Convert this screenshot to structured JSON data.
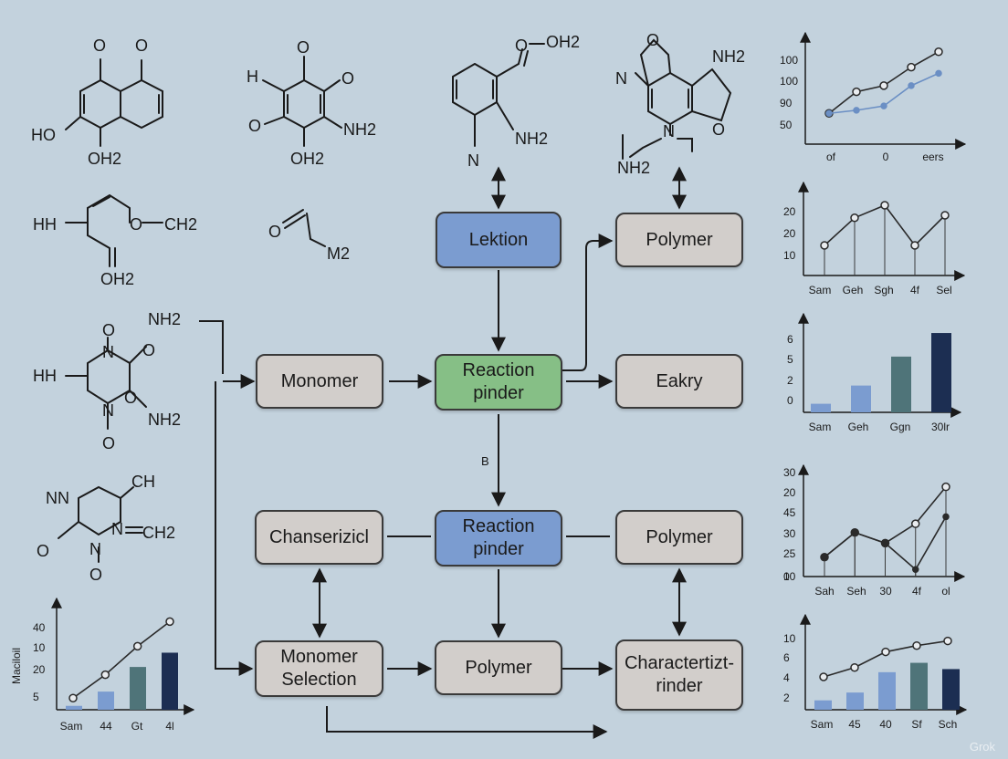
{
  "flow": {
    "nodes": {
      "lektion": "Lektion",
      "polymer_top": "Polymer",
      "monomer": "Monomer",
      "reaction_pinder_green": "Reaction\npinder",
      "eakry": "Eakry",
      "edge_label_b": "B",
      "chanserizicl": "Chanserizicl",
      "reaction_pinder_blue": "Reaction\npinder",
      "polymer_mid": "Polymer",
      "monomer_selection": "Monomer\nSelection",
      "polymer_bottom": "Polymer",
      "charactertizt_rinder": "Charactertizt-\nrinder"
    },
    "colors": {
      "gray_box": "#d2cecb",
      "blue_box": "#7b9cd0",
      "green_box": "#86bf86",
      "background": "#c3d2dd"
    }
  },
  "molecules": {
    "m1": [
      "HO",
      "OH2"
    ],
    "m2": [
      "H",
      "O",
      "O",
      "NH2",
      "OH2"
    ],
    "m3": [
      "HH",
      "O",
      "CH2",
      "OH2"
    ],
    "m4": [
      "O",
      "M2"
    ],
    "m5": [
      "HH",
      "O",
      "NH2",
      "N",
      "O",
      "N",
      "NH2",
      "O"
    ],
    "m6": [
      "NN",
      "CH",
      "N",
      "CH2",
      "O",
      "N",
      "O"
    ],
    "m7": [
      "O",
      "OH2",
      "NH2",
      "N"
    ],
    "m8": [
      "O",
      "N",
      "NH2",
      "N",
      "O",
      "NH2"
    ]
  },
  "chart_data": [
    {
      "type": "line",
      "categories": [
        "of",
        "0",
        "eers"
      ],
      "ytick_labels": [
        "100",
        "100",
        "90",
        "50"
      ],
      "series": [
        {
          "values": [
            50,
            85,
            95,
            125,
            150
          ],
          "color": "#2a2a2a"
        },
        {
          "values": [
            50,
            55,
            62,
            95,
            115
          ],
          "color": "#6b8fc4"
        }
      ]
    },
    {
      "type": "line",
      "categories": [
        "Sam",
        "Geh",
        "Sgh",
        "4f",
        "Sel"
      ],
      "ytick_labels": [
        "20",
        "20",
        "10"
      ],
      "series": [
        {
          "values": [
            12,
            23,
            28,
            12,
            24
          ],
          "color": "#2a2a2a"
        }
      ]
    },
    {
      "type": "bar",
      "categories": [
        "Sam",
        "Geh",
        "Ggn",
        "30lr"
      ],
      "ytick_labels": [
        "6",
        "5",
        "2",
        "0"
      ],
      "values": [
        0.8,
        2.5,
        5.2,
        7.4
      ],
      "colors": [
        "#7b9cd0",
        "#7b9cd0",
        "#4f7479",
        "#1c2e52"
      ]
    },
    {
      "type": "line",
      "categories": [
        "Sah",
        "Seh",
        "30",
        "4f",
        "ol"
      ],
      "ytick_labels": [
        "30",
        "20",
        "45",
        "30",
        "25",
        "10",
        "0"
      ],
      "series": [
        {
          "values": [
            11,
            25,
            19,
            30,
            51
          ],
          "color": "#2a2a2a"
        },
        {
          "values": [
            11,
            25,
            19,
            4,
            34
          ],
          "color": "#2a2a2a"
        }
      ]
    },
    {
      "type": "bar",
      "categories": [
        "Sam",
        "45",
        "40",
        "Sf",
        "Sch"
      ],
      "ytick_labels": [
        "10",
        "6",
        "4",
        "2"
      ],
      "values": [
        1.2,
        2.2,
        4.8,
        6.0,
        5.2
      ],
      "colors": [
        "#7b9cd0",
        "#7b9cd0",
        "#7b9cd0",
        "#4f7479",
        "#1c2e52"
      ],
      "series": [
        {
          "values": [
            4.2,
            5.4,
            7.4,
            8.2,
            8.8
          ],
          "color": "#2a2a2a"
        }
      ]
    },
    {
      "type": "bar",
      "ylabel": "Maciloil",
      "categories": [
        "Sam",
        "44",
        "Gt",
        "4l"
      ],
      "ytick_labels": [
        "40",
        "10",
        "20",
        "5"
      ],
      "values": [
        1.5,
        7.0,
        16.5,
        22.0
      ],
      "colors": [
        "#7b9cd0",
        "#7b9cd0",
        "#4f7479",
        "#1c2e52"
      ],
      "series": [
        {
          "values": [
            4.5,
            13.5,
            24.5,
            34.0
          ],
          "color": "#2a2a2a"
        }
      ]
    }
  ],
  "watermark": "Grok"
}
